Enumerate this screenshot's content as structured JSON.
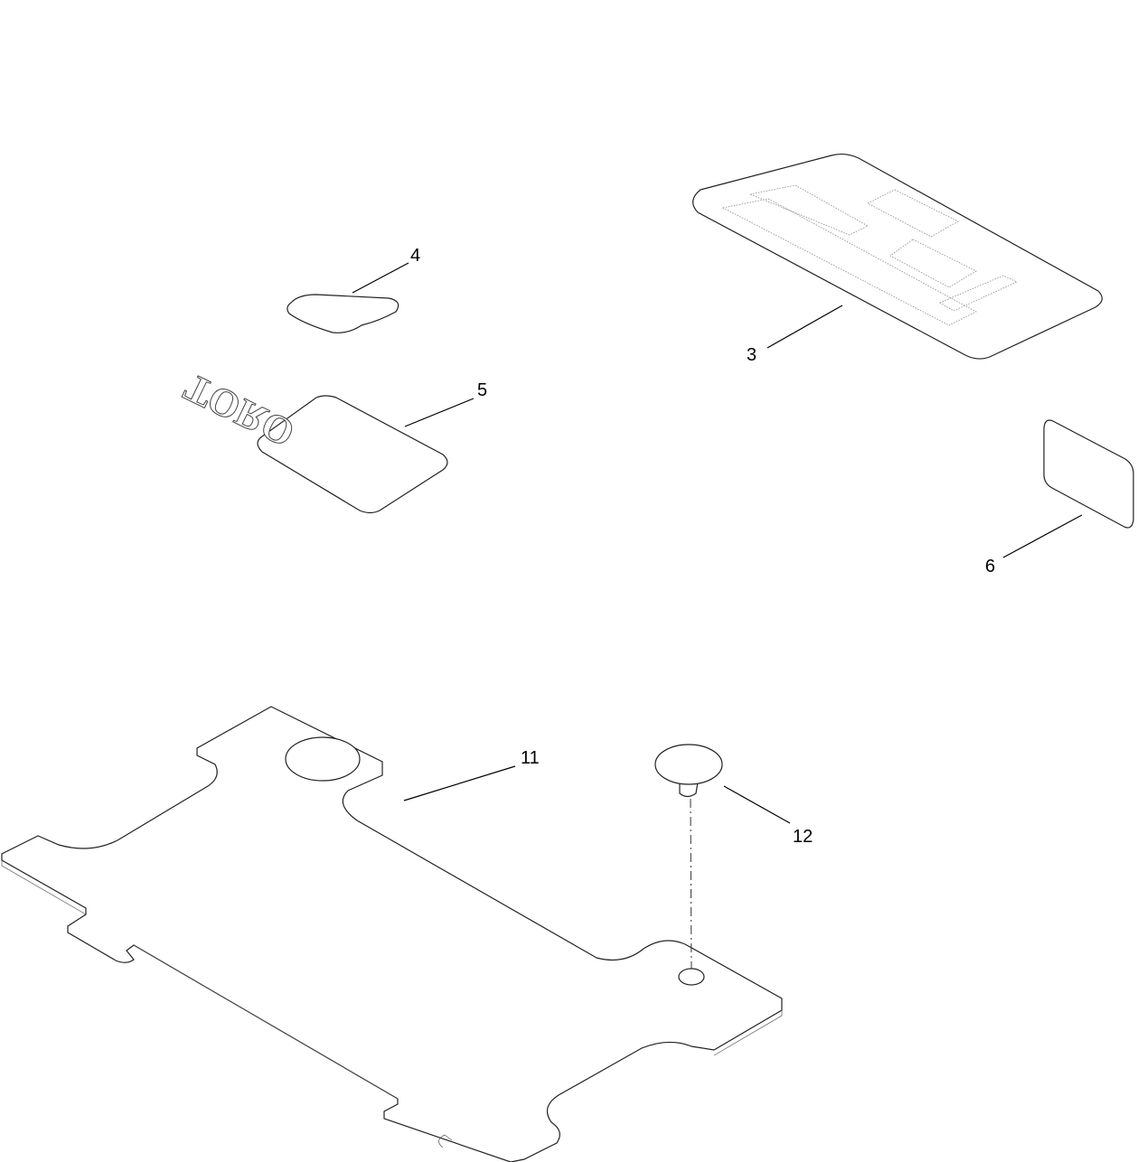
{
  "diagram": {
    "callouts": [
      {
        "id": "4",
        "part": "decal-small-teardrop"
      },
      {
        "id": "5",
        "part": "toro-decal"
      },
      {
        "id": "3",
        "part": "model-decal"
      },
      {
        "id": "6",
        "part": "blank-decal"
      },
      {
        "id": "11",
        "part": "floor-mat-plate"
      },
      {
        "id": "12",
        "part": "push-rivet"
      }
    ],
    "logo_text": "TORO",
    "line_color": "#222222",
    "background": "#ffffff"
  }
}
